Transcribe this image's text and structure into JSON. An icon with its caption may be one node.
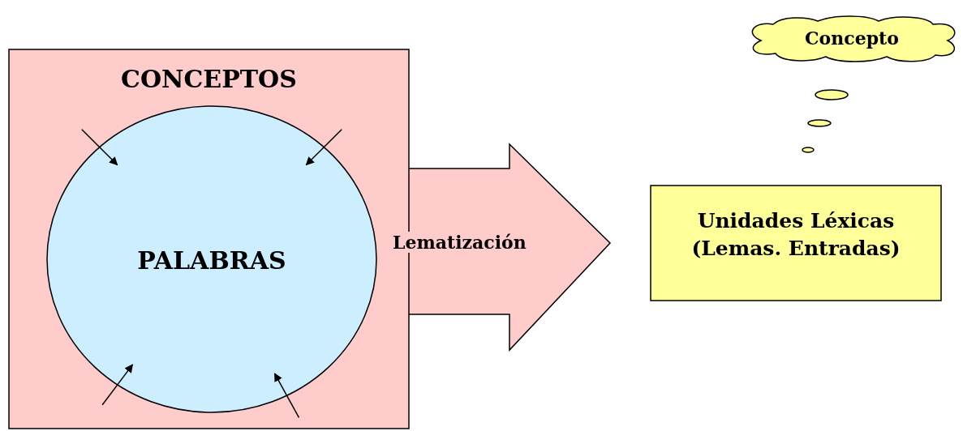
{
  "diagram": {
    "nodes": [
      {
        "text": [
          "CONCEPTOS"
        ]
      },
      {
        "text": [
          "PALABRAS"
        ],
        "in": 0
      },
      {
        "text": [
          "Unidades Léxicas (Lemas. Entradas)"
        ]
      },
      {
        "text": [
          "Concepto"
        ]
      }
    ],
    "edges": [
      {
        "from": 0,
        "to": 2,
        "arrow": "to",
        "label": "Lematización",
        "style": "thick",
        "color": "#ffcccc"
      },
      {
        "from": null,
        "to": 1,
        "arrow": "to"
      },
      {
        "from": null,
        "to": 1,
        "arrow": "to"
      },
      {
        "from": null,
        "to": 1,
        "arrow": "to"
      },
      {
        "from": null,
        "to": 1,
        "arrow": "to"
      }
    ]
  }
}
